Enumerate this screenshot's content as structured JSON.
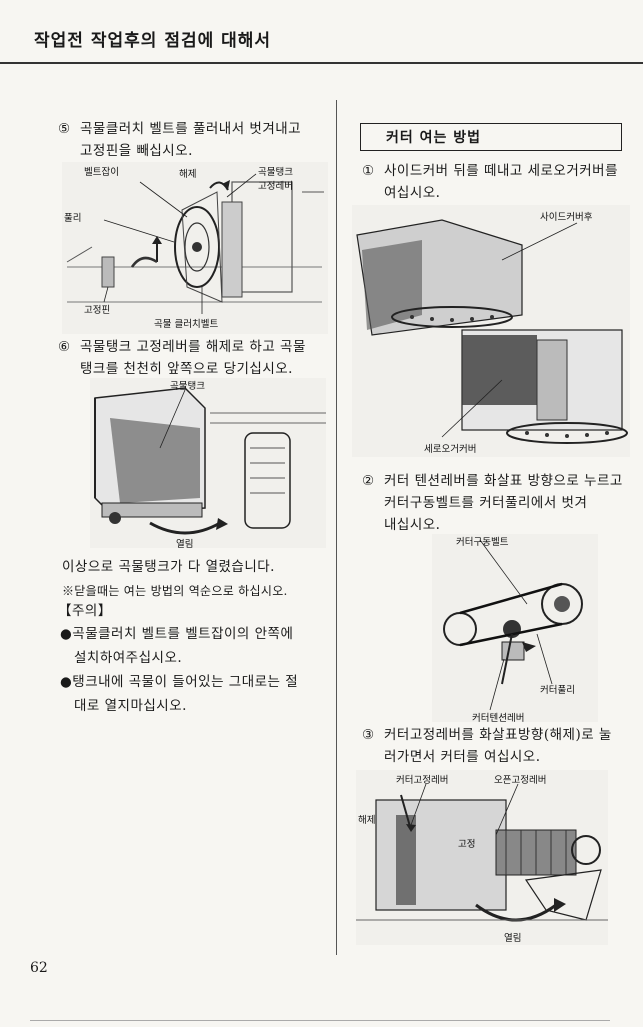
{
  "header": {
    "title": "작업전 작업후의 점검에 대해서"
  },
  "left": {
    "step5": {
      "num": "⑤",
      "line1": "곡물클러치 벨트를 풀러내서 벗겨내고",
      "line2": "고정핀을 빼십시오.",
      "labels": {
        "belt_holder": "벨트잡이",
        "release": "해제",
        "tank": "곡물탱크",
        "lever": "고정레버",
        "pulley": "풀리",
        "pin": "고정핀",
        "clutch_belt": "곡물 클러치벨트"
      }
    },
    "step6": {
      "num": "⑥",
      "line1": "곡물탱크 고정레버를 해제로 하고 곡물",
      "line2": "탱크를 천천히 앞쪽으로 당기십시오.",
      "labels": {
        "tank": "곡물탱크",
        "open": "열림"
      }
    },
    "summary": "이상으로 곡물탱크가 다 열렸습니다.",
    "note": "※닫을때는 여는 방법의 역순으로 하십시오.",
    "caution_title": "【주의】",
    "bullets": [
      {
        "mark": "●",
        "line1": "곡물클러치 벨트를 벨트잡이의 안쪽에",
        "line2": "설치하여주십시오."
      },
      {
        "mark": "●",
        "line1": "탱크내에 곡물이 들어있는 그대로는 절",
        "line2": "대로 열지마십시오."
      }
    ]
  },
  "right": {
    "section_title": "커터 여는 방법",
    "step1": {
      "num": "①",
      "line1": "사이드커버 뒤를 떼내고 세로오거커버를",
      "line2": "여십시오.",
      "labels": {
        "side_cover": "사이드커버후",
        "auger_cover": "세로오거커버"
      }
    },
    "step2": {
      "num": "②",
      "line1": "커터 텐션레버를 화살표 방향으로 누르고",
      "line2": "커터구동벨트를 커터풀리에서 벗겨",
      "line3": "내십시오.",
      "labels": {
        "drive_belt": "커터구동벨트",
        "cutter_pulley": "커터풀리",
        "tension_lever": "커터텐션레버"
      }
    },
    "step3": {
      "num": "③",
      "line1": "커터고정레버를 화살표방향(해제)로 눌",
      "line2": "러가면서 커터를 여십시오.",
      "labels": {
        "fix_lever": "커터고정레버",
        "open_fix_lever": "오픈고정레버",
        "release": "해제",
        "fixed": "고정",
        "open": "열림"
      }
    }
  },
  "page_number": "62"
}
